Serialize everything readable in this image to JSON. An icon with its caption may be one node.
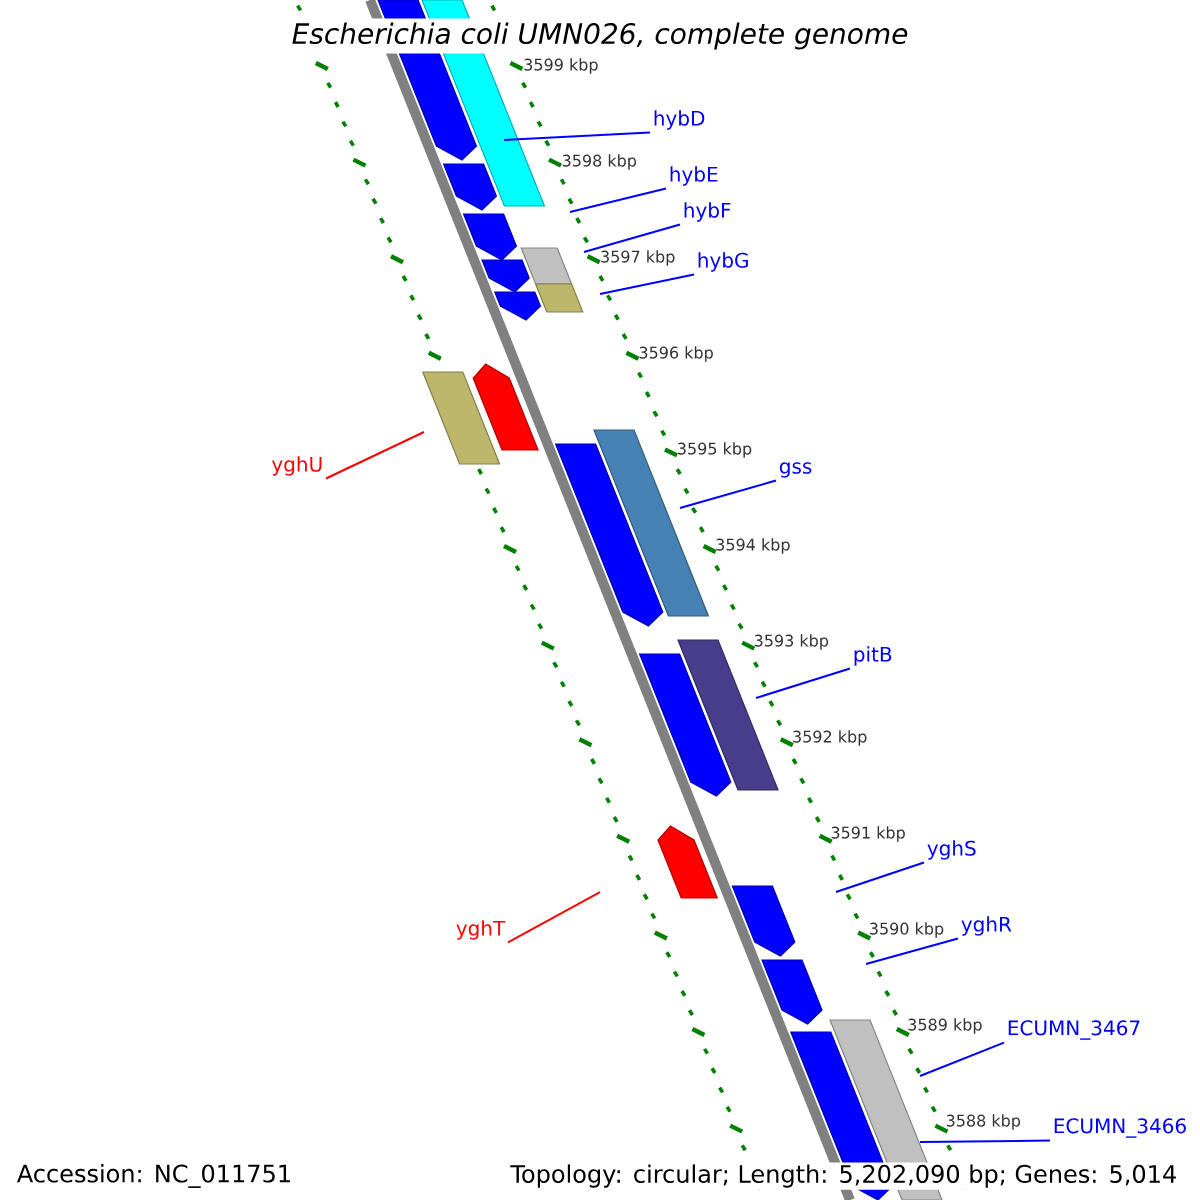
{
  "diagram": {
    "title": "Escherichia coli UMN026, complete genome",
    "nodes": [
      {
        "text": [
          "hybD"
        ]
      },
      {
        "text": [
          "hybE"
        ]
      },
      {
        "text": [
          "hybF"
        ]
      },
      {
        "text": [
          "hybG"
        ]
      },
      {
        "text": [
          "yghU"
        ]
      },
      {
        "text": [
          "gss"
        ]
      },
      {
        "text": [
          "pitB"
        ]
      },
      {
        "text": [
          "yghS"
        ]
      },
      {
        "text": [
          "yghT"
        ]
      },
      {
        "text": [
          "yghR"
        ]
      },
      {
        "text": [
          "ECUMN_3467"
        ]
      },
      {
        "text": [
          "ECUMN_3466"
        ]
      }
    ],
    "edges": [
      {
        "from": 0,
        "to": null,
        "arrow": "none"
      },
      {
        "from": 1,
        "to": null,
        "arrow": "none"
      },
      {
        "from": 2,
        "to": null,
        "arrow": "none"
      },
      {
        "from": 3,
        "to": null,
        "arrow": "none"
      },
      {
        "from": 4,
        "to": null,
        "arrow": "none",
        "color": "#ff0000"
      },
      {
        "from": 5,
        "to": null,
        "arrow": "none"
      },
      {
        "from": 6,
        "to": null,
        "arrow": "none"
      },
      {
        "from": 7,
        "to": null,
        "arrow": "none"
      },
      {
        "from": 8,
        "to": null,
        "arrow": "none",
        "color": "#ff0000"
      },
      {
        "from": 9,
        "to": null,
        "arrow": "none"
      },
      {
        "from": 10,
        "to": null,
        "arrow": "none"
      },
      {
        "from": 11,
        "to": null,
        "arrow": "none"
      }
    ],
    "labels": [
      "3599 kbp",
      "3598 kbp",
      "3597 kbp",
      "3596 kbp",
      "3595 kbp",
      "3594 kbp",
      "3593 kbp",
      "3592 kbp",
      "3591 kbp",
      "3590 kbp",
      "3589 kbp",
      "3588 kbp",
      "Accession: NC_011751",
      "Topology: circular; Length: 5,202,090 bp; Genes: 5,014"
    ]
  }
}
